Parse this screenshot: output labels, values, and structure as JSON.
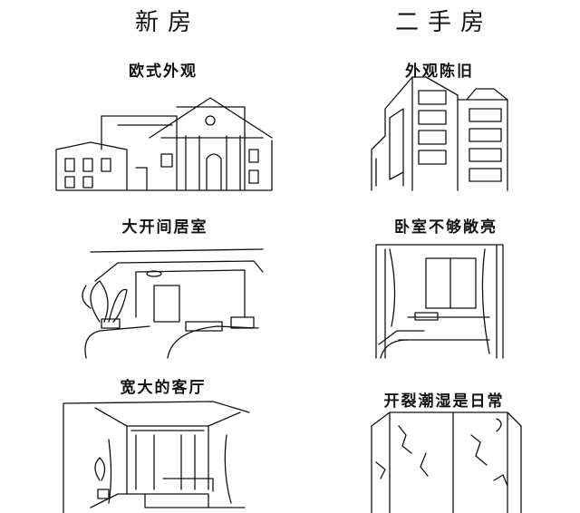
{
  "columns": [
    {
      "heading": "新房",
      "captions": [
        "欧式外观",
        "大开间居室",
        "宽大的客厅"
      ]
    },
    {
      "heading": "二手房",
      "captions": [
        "外观陈旧",
        "卧室不够敞亮",
        "开裂潮湿是日常"
      ]
    }
  ]
}
